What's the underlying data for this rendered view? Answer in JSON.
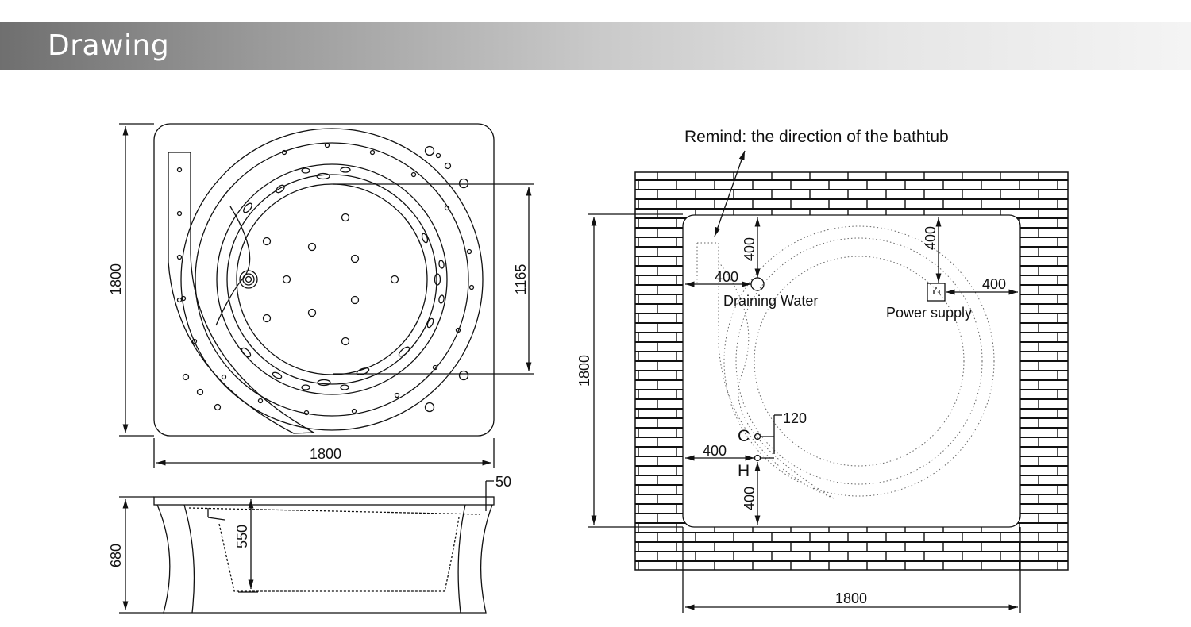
{
  "header": {
    "title": "Drawing"
  },
  "top_view": {
    "width_label": "1800",
    "height_label": "1800",
    "inner_label": "1165"
  },
  "side_view": {
    "height_label": "680",
    "depth_label": "550",
    "rim_label": "50"
  },
  "install_plan": {
    "remind": "Remind: the direction of the bathtub",
    "height_label": "1800",
    "width_label": "1800",
    "drain_top": "400",
    "drain_left": "400",
    "drain_label": "Draining Water",
    "power_top": "400",
    "power_right": "400",
    "power_label": "Power supply",
    "pipe_gap": "120",
    "cold_label": "C",
    "hot_label": "H",
    "pipe_left": "400",
    "pipe_bottom": "400"
  }
}
